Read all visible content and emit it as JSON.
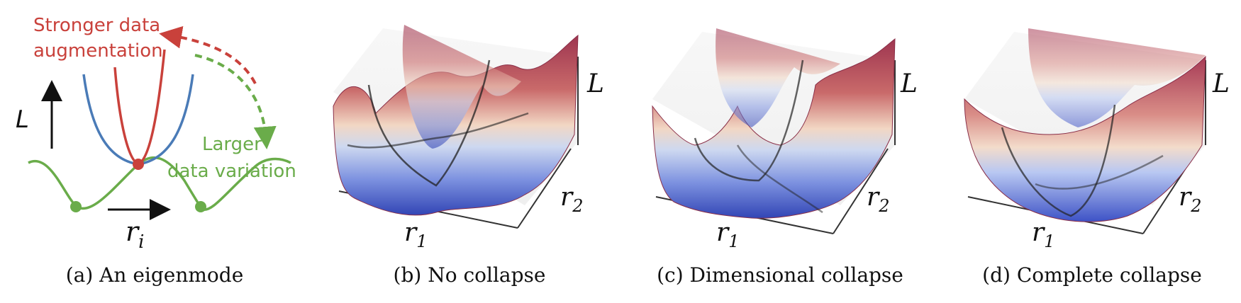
{
  "panel_a": {
    "caption": "(a) An eigenmode",
    "annotation_strong": [
      "Stronger data",
      "augmentation"
    ],
    "annotation_large": [
      "Larger",
      "data variation"
    ],
    "y_label": "L",
    "x_label": "r",
    "x_sub": "i"
  },
  "panel_b": {
    "caption": "(b) No collapse",
    "r1": "r",
    "r1_sub": "1",
    "r2": "r",
    "r2_sub": "2",
    "L": "L"
  },
  "panel_c": {
    "caption": "(c) Dimensional collapse",
    "r1": "r",
    "r1_sub": "1",
    "r2": "r",
    "r2_sub": "2",
    "L": "L"
  },
  "panel_d": {
    "caption": "(d) Complete collapse",
    "r1": "r",
    "r1_sub": "1",
    "r2": "r",
    "r2_sub": "2",
    "L": "L"
  },
  "colors": {
    "red": "#c9413b",
    "blue": "#4a7bb7",
    "green": "#6aac4a",
    "surface_high": "#a63a55",
    "surface_low": "#3a55c0"
  }
}
